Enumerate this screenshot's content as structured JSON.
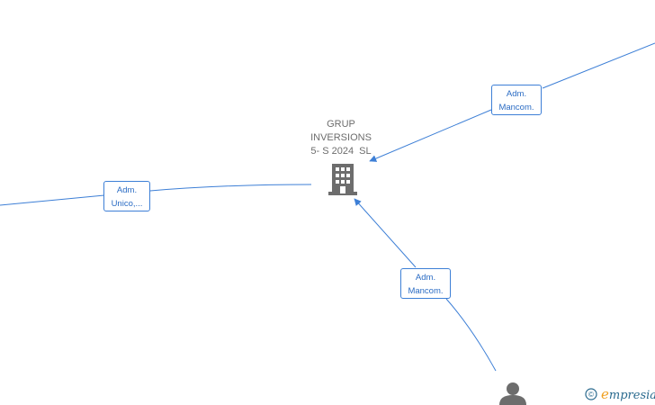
{
  "company": {
    "name_lines": [
      "GRUP",
      "INVERSIONS",
      "5- S 2024  SL"
    ],
    "icon": "building-icon"
  },
  "relations": [
    {
      "id": "top-right",
      "lines": [
        "Adm.",
        "Mancom."
      ]
    },
    {
      "id": "left",
      "lines": [
        "Adm.",
        "Unico,..."
      ]
    },
    {
      "id": "bottom",
      "lines": [
        "Adm.",
        "Mancom."
      ]
    }
  ],
  "person": {
    "icon": "person-icon"
  },
  "watermark": {
    "symbol": "©",
    "brand_initial": "e",
    "brand_rest": "mpresia"
  },
  "colors": {
    "edge": "#3d7fd6",
    "node_icon": "#6d6d6d",
    "label_text": "#2b6cc4"
  }
}
